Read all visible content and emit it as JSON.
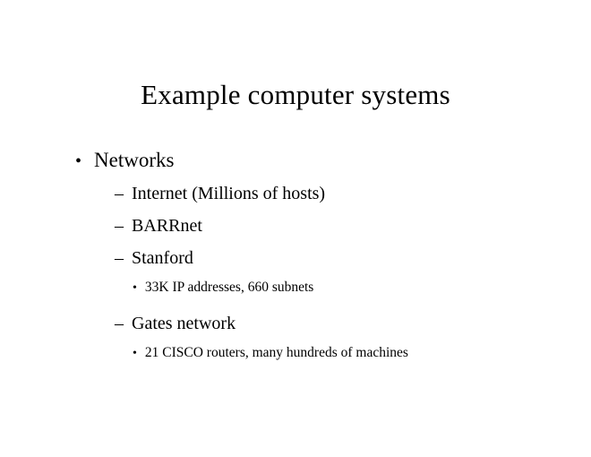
{
  "slide": {
    "title": "Example computer systems",
    "items": [
      {
        "level": 1,
        "marker": "•",
        "text": "Networks"
      },
      {
        "level": 2,
        "marker": "–",
        "text": "Internet (Millions of hosts)"
      },
      {
        "level": 2,
        "marker": "–",
        "text": "BARRnet"
      },
      {
        "level": 2,
        "marker": "–",
        "text": "Stanford"
      },
      {
        "level": 3,
        "marker": "•",
        "text": "33K IP addresses, 660 subnets"
      },
      {
        "level": 2,
        "marker": "–",
        "text": "Gates network"
      },
      {
        "level": 3,
        "marker": "•",
        "text": "21 CISCO routers, many hundreds of machines"
      }
    ]
  }
}
